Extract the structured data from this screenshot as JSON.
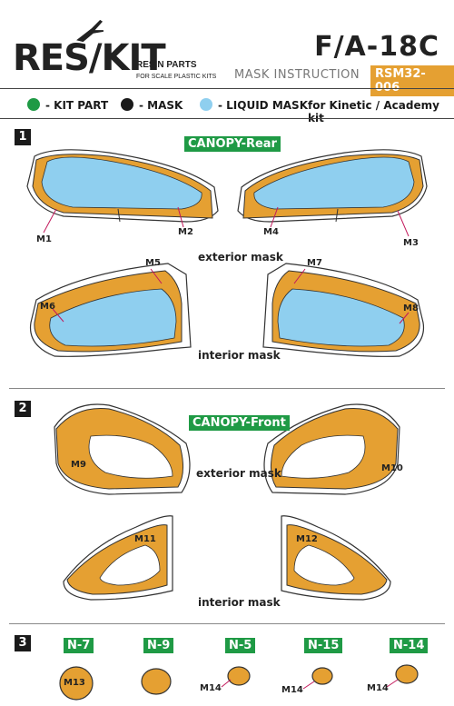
{
  "header": {
    "brand": "RES/KIT",
    "tagline_1": "RESIN PARTS",
    "tagline_2": "FOR SCALE PLASTIC KITS",
    "model": "F/A-18C",
    "subtitle": "MASK INSTRUCTION",
    "code": "RSM32-006"
  },
  "legend": {
    "kit_part": "- KIT PART",
    "mask": "- MASK",
    "liquid_mask": "- LIQUID MASK",
    "compat": "for Kinetic / Academy kit",
    "colors": {
      "kit_part": "#1f9a45",
      "mask": "#1a1a1a",
      "liquid_mask": "#8fcfef",
      "mask_fill": "#e5a032"
    }
  },
  "section1": {
    "number": "1",
    "title": "CANOPY-Rear",
    "exterior": "exterior mask",
    "interior": "interior mask",
    "labels": [
      "M1",
      "M2",
      "M4",
      "M3",
      "M5",
      "M7",
      "M6",
      "M8"
    ]
  },
  "section2": {
    "number": "2",
    "title": "CANOPY-Front",
    "exterior": "exterior mask",
    "interior": "interior mask",
    "labels": [
      "M9",
      "M10",
      "M11",
      "M12"
    ]
  },
  "section3": {
    "number": "3",
    "parts": [
      {
        "tag": "N-7",
        "mask": "M13"
      },
      {
        "tag": "N-9",
        "mask": ""
      },
      {
        "tag": "N-5",
        "mask": "M14"
      },
      {
        "tag": "N-15",
        "mask": "M14"
      },
      {
        "tag": "N-14",
        "mask": "M14"
      }
    ]
  }
}
